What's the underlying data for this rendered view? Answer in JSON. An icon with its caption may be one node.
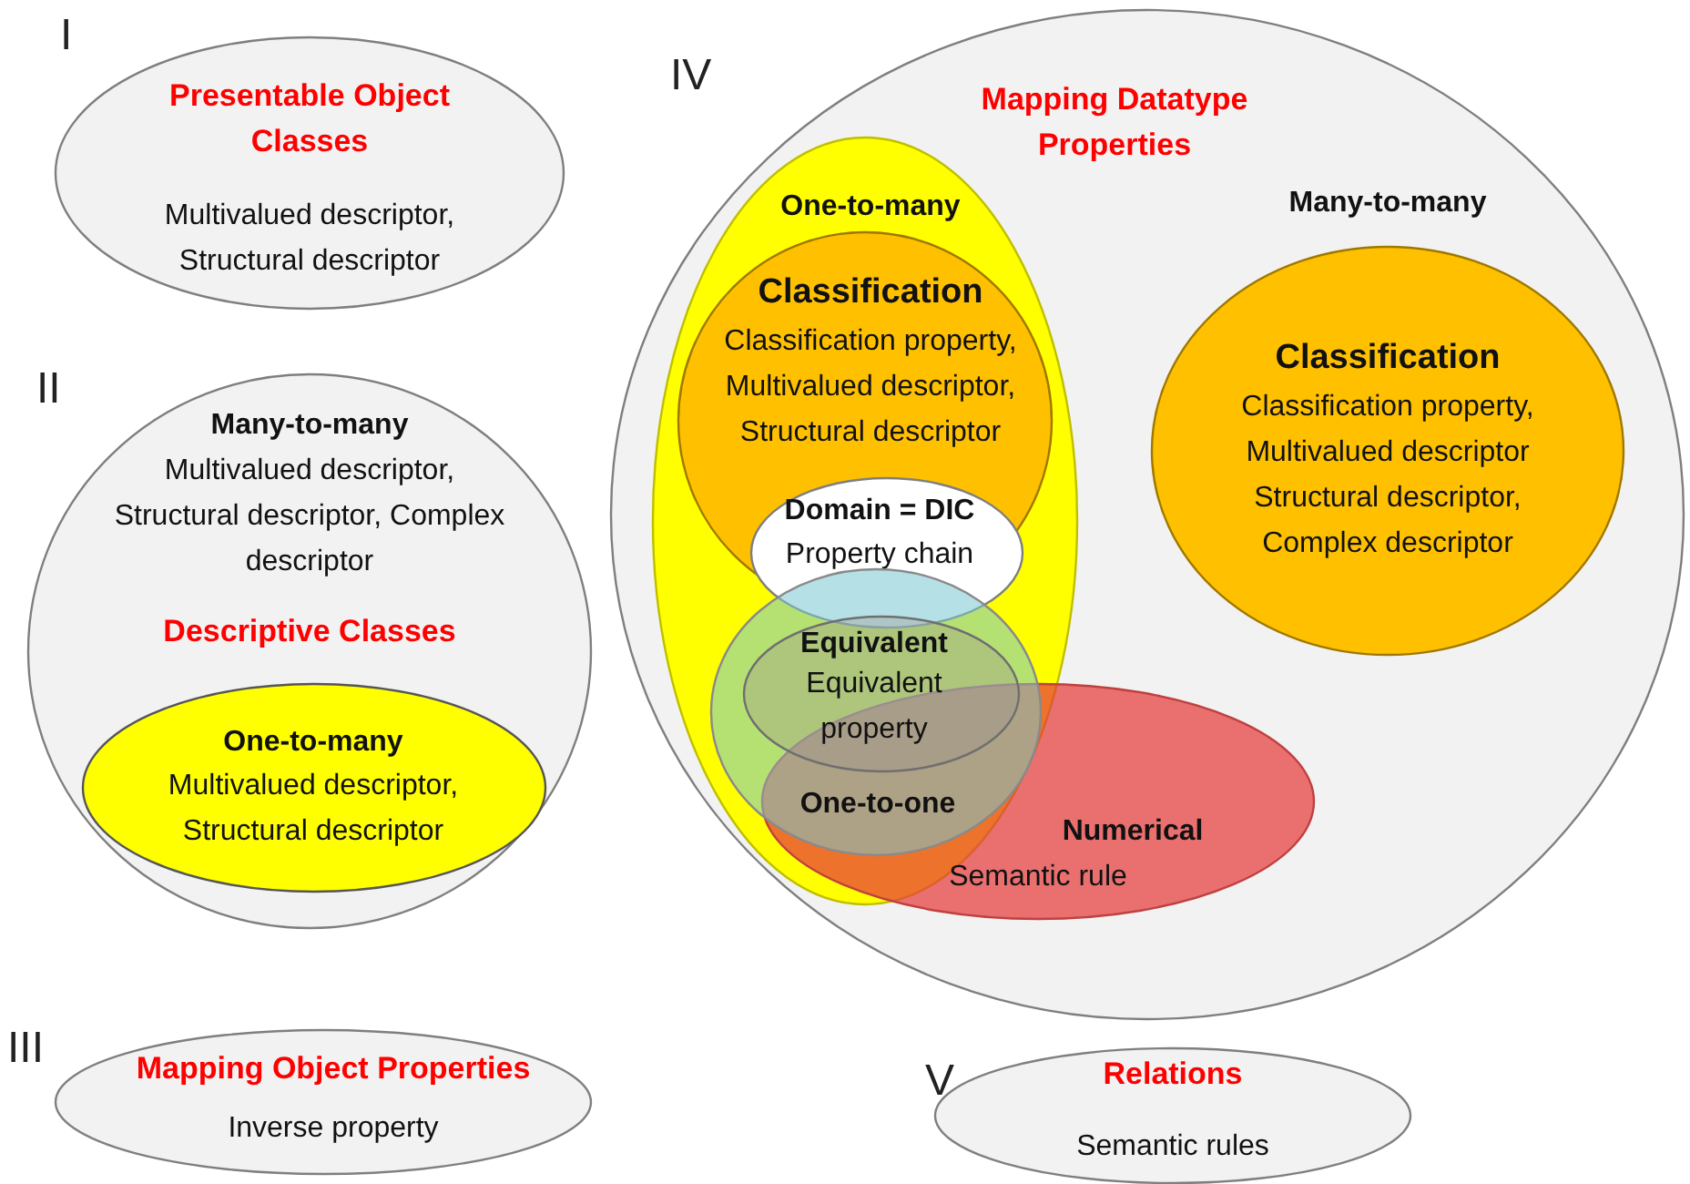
{
  "diagram": {
    "nodes": [
      {
        "text": [
          "Presentable Object Classes",
          "Multivalued descriptor, Structural descriptor"
        ],
        "beside": [
          "I"
        ]
      },
      {
        "text": [
          "Many-to-many",
          "Multivalued descriptor, Structural descriptor, Complex descriptor",
          "Descriptive Classes"
        ],
        "beside": [
          "II"
        ]
      },
      {
        "text": [
          "One-to-many",
          "Multivalued descriptor, Structural descriptor"
        ],
        "in": 1
      },
      {
        "text": [
          "Mapping Object Properties",
          "Inverse property"
        ],
        "beside": [
          "III"
        ]
      },
      {
        "text": [
          "Mapping Datatype Properties"
        ],
        "beside": [
          "IV"
        ]
      },
      {
        "text": [
          "One-to-many"
        ],
        "in": 4
      },
      {
        "text": [
          "Classification",
          "Classification property, Multivalued descriptor, Structural descriptor"
        ],
        "in": 5
      },
      {
        "text": [
          "Domain = DIC",
          "Property chain"
        ],
        "in": 6
      },
      {
        "text": [
          "Many-to-many",
          "Classification",
          "Classification property, Multivalued descriptor Structural descriptor, Complex descriptor"
        ],
        "in": 4
      },
      {
        "text": [
          "One-to-one"
        ],
        "in": 5
      },
      {
        "text": [
          "Equivalent",
          "Equivalent property"
        ],
        "in": 9
      },
      {
        "text": [
          "Numerical",
          "Semantic rule"
        ],
        "in": 4
      },
      {
        "text": [
          "Relations",
          "Semantic rules"
        ],
        "beside": [
          "V"
        ]
      }
    ],
    "edges": []
  }
}
